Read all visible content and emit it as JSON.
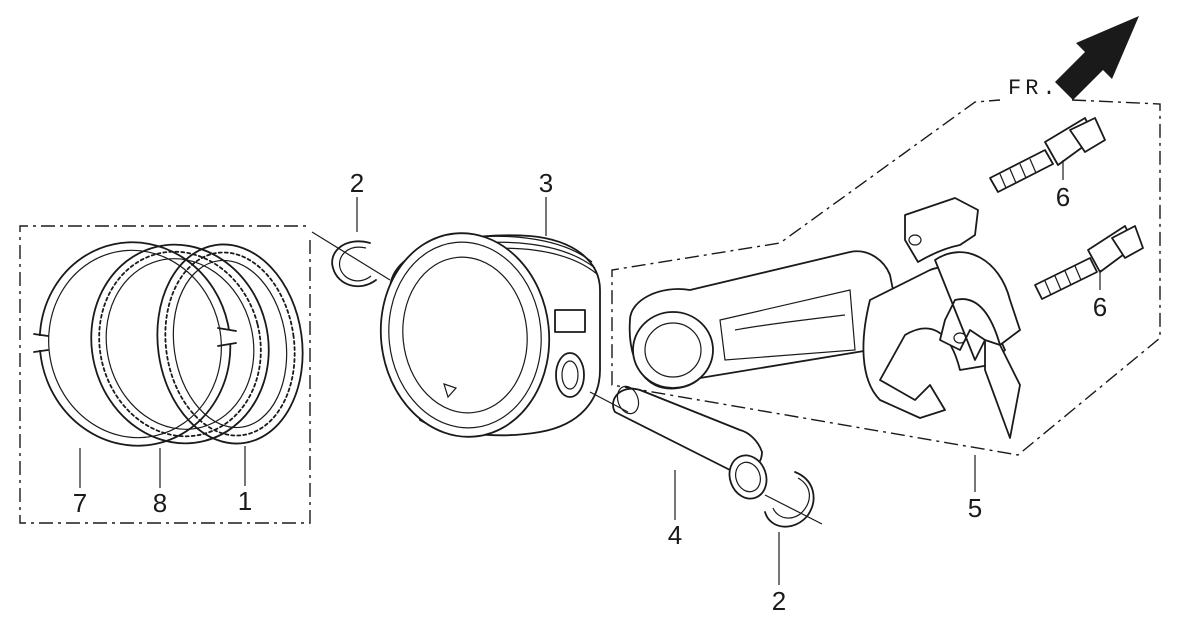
{
  "direction_label": "FR.",
  "callouts": {
    "piston_ring_set": "1",
    "piston_pin_clip_upper": "2",
    "piston_pin_clip_lower": "2",
    "piston": "3",
    "piston_pin": "4",
    "connecting_rod_assy": "5",
    "rod_bolt_upper": "6",
    "rod_bolt_lower": "6",
    "ring_7": "7",
    "ring_8": "8"
  },
  "icons": [
    "front-direction-arrow-icon"
  ]
}
